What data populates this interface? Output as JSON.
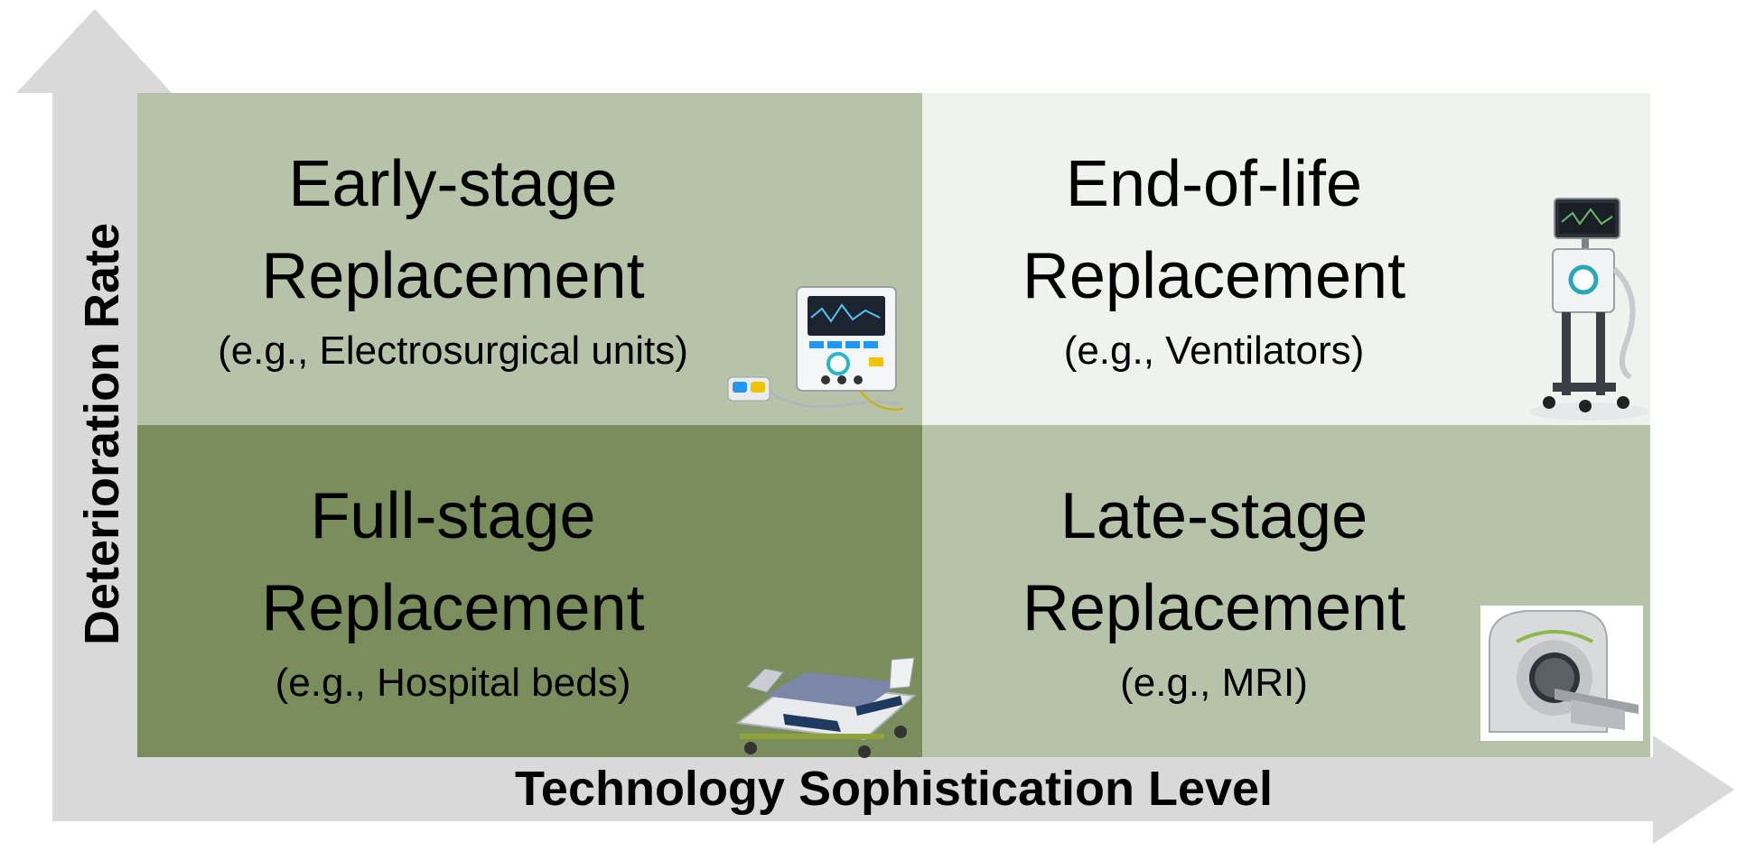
{
  "axes": {
    "y_label": "Deterioration Rate",
    "x_label": "Technology Sophistication Level"
  },
  "quadrants": {
    "top_left": {
      "title_line1": "Early-stage",
      "title_line2": "Replacement",
      "example": "(e.g., Electrosurgical units)",
      "icon": "electrosurgical-unit-icon",
      "color": "#b6c3a8"
    },
    "top_right": {
      "title_line1": "End-of-life",
      "title_line2": "Replacement",
      "example": "(e.g., Ventilators)",
      "icon": "ventilator-icon",
      "color": "#f0f2ee"
    },
    "bottom_left": {
      "title_line1": "Full-stage",
      "title_line2": "Replacement",
      "example": "(e.g., Hospital beds)",
      "icon": "hospital-bed-icon",
      "color": "#7a8e5d"
    },
    "bottom_right": {
      "title_line1": "Late-stage",
      "title_line2": "Replacement",
      "example": "(e.g., MRI)",
      "icon": "mri-scanner-icon",
      "color": "#b6c3a8"
    }
  },
  "colors": {
    "axis_arrow": "#d9d9d9",
    "text": "#000000"
  }
}
